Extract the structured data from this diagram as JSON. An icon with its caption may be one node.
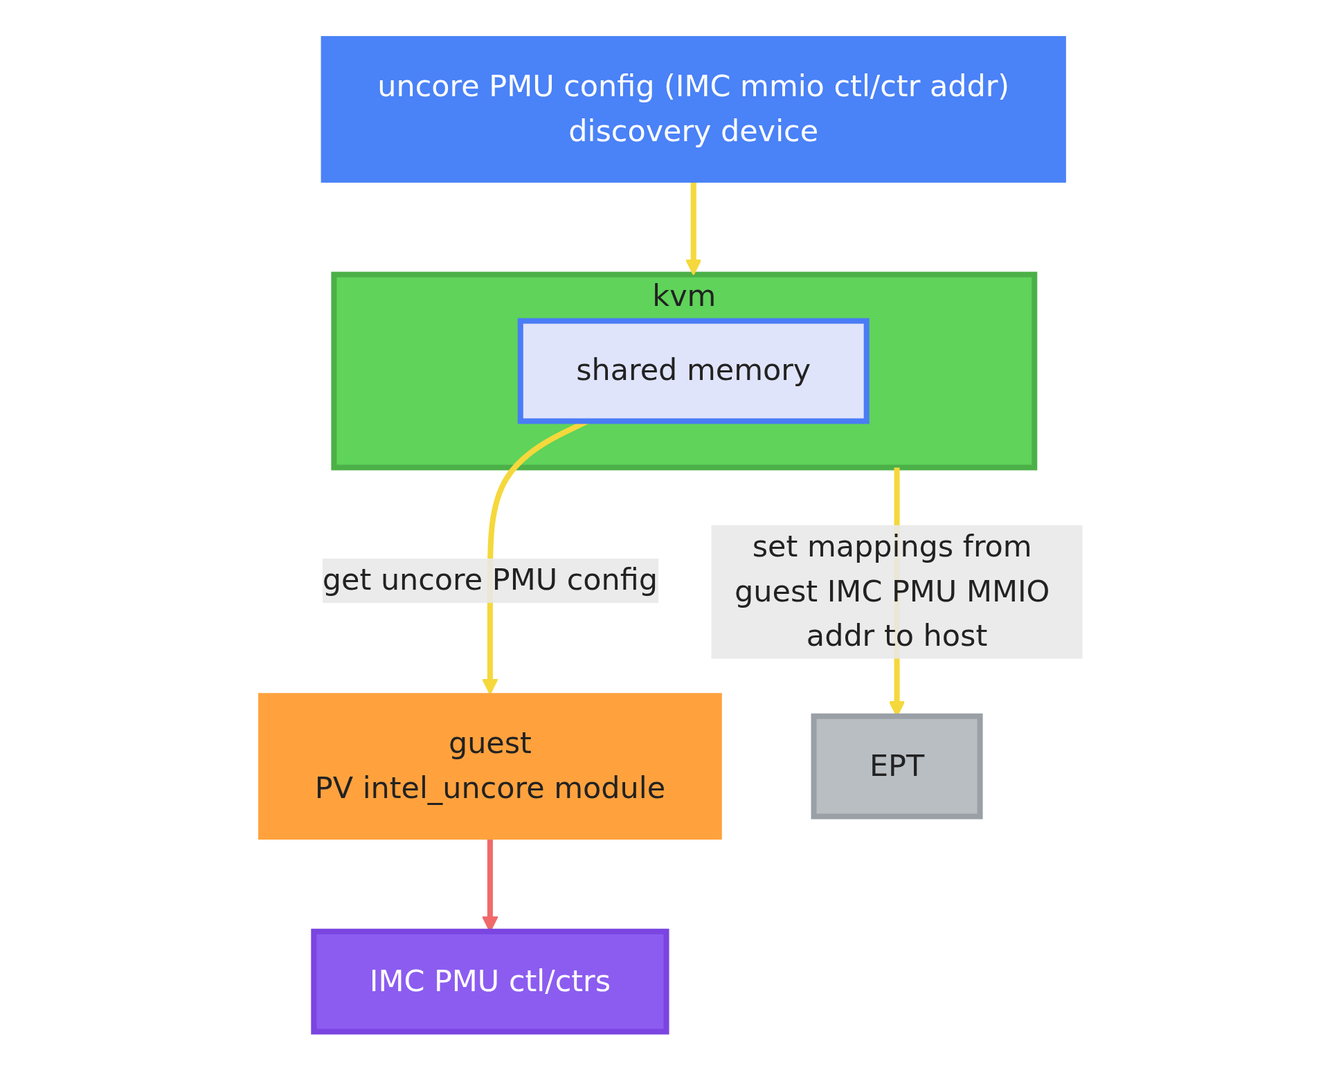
{
  "diagram": {
    "nodes": [
      {
        "text": [
          "guest",
          "PV intel_uncore module"
        ]
      },
      {
        "text": [
          "kvm"
        ]
      },
      {
        "text": [
          "shared memory"
        ],
        "in": 1
      },
      {
        "text": [
          "EPT"
        ]
      },
      {
        "text": [
          "uncore PMU config (IMC mmio ctl/ctr addr)",
          "discovery device"
        ]
      },
      {
        "text": [
          "IMC PMU ctl/ctrs"
        ]
      }
    ],
    "edges": [
      {
        "from": 2,
        "to": 0,
        "arrow": "to",
        "label": "get  uncore PMU config"
      },
      {
        "from": 1,
        "to": 3,
        "arrow": "to",
        "label": "set mappings from guest IMC PMU MMIO addr to host"
      },
      {
        "from": 4,
        "to": 1,
        "arrow": "to"
      },
      {
        "from": 0,
        "to": 5,
        "arrow": "to",
        "color": "#f06a6a"
      }
    ]
  }
}
